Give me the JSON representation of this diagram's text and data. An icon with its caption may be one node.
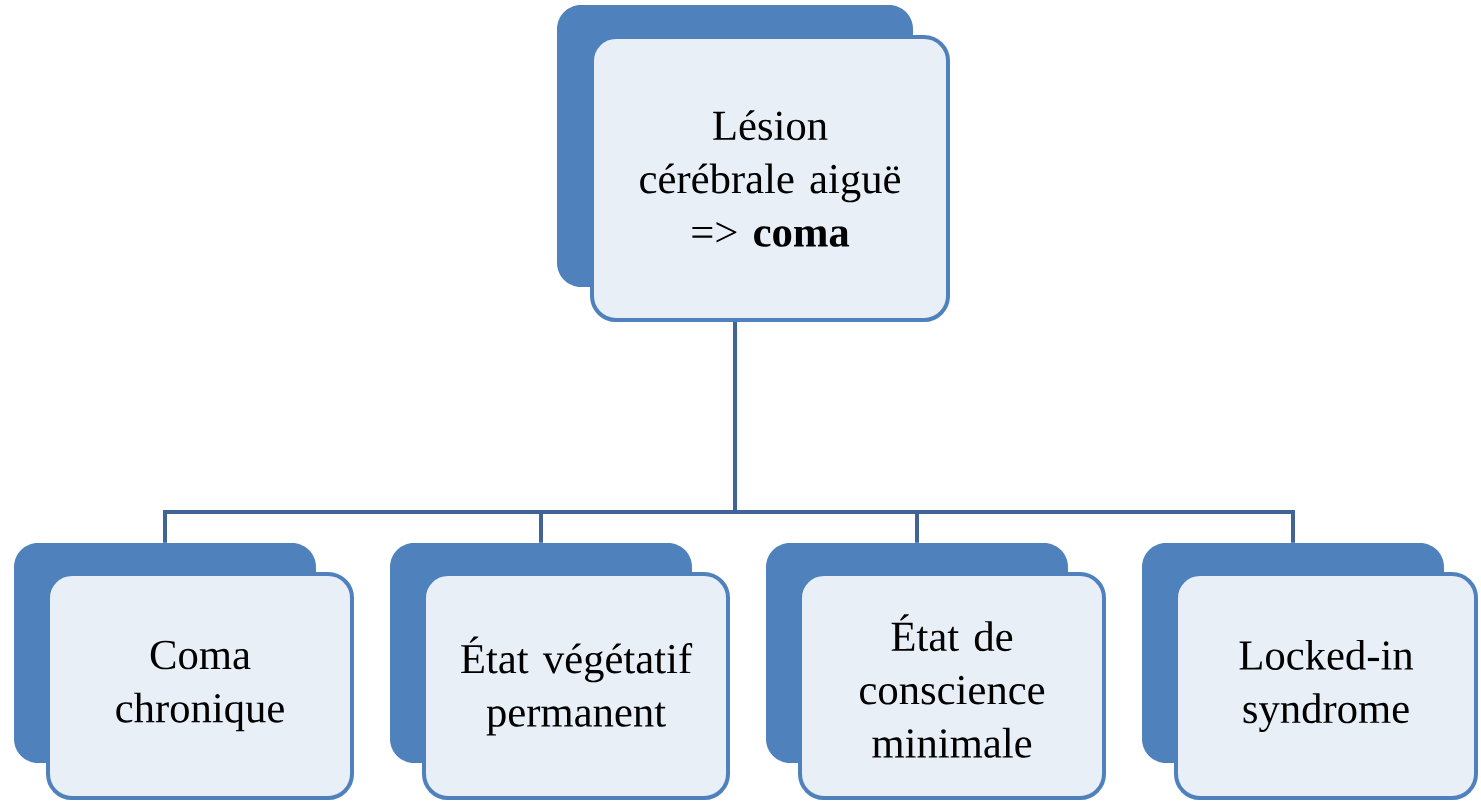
{
  "diagram": {
    "nodes": [
      {
        "text": [
          "Lésion cérébrale aiguë => **coma**"
        ]
      },
      {
        "text": [
          "Coma chronique"
        ]
      },
      {
        "text": [
          "État végétatif permanent"
        ]
      },
      {
        "text": [
          "État de conscience minimale"
        ]
      },
      {
        "text": [
          "Locked-in syndrome"
        ]
      }
    ],
    "edges": [
      {
        "from": 0,
        "to": 1,
        "arrow": "none"
      },
      {
        "from": 0,
        "to": 2,
        "arrow": "none"
      },
      {
        "from": 0,
        "to": 3,
        "arrow": "none"
      },
      {
        "from": 0,
        "to": 4,
        "arrow": "none"
      }
    ]
  }
}
